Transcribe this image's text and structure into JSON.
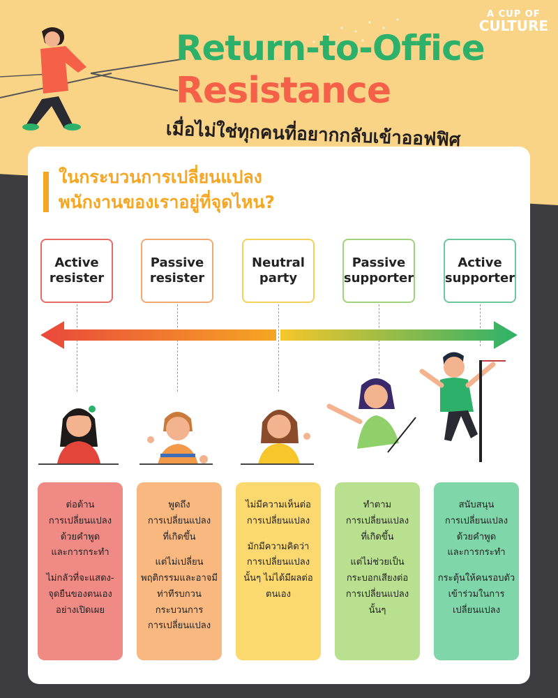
{
  "brand": {
    "line1": "A CUP OF",
    "line2": "CULTURE"
  },
  "title": {
    "line1": "Return-to-Office",
    "line2": "Resistance",
    "subtitle": "เมื่อไม่ใช่ทุกคนที่อยากกลับเข้าออฟฟิศ"
  },
  "question": {
    "line1": "ในกระบวนการเปลี่ยนแปลง",
    "line2": "พนักงานของเราอยู่ที่จุดไหน?"
  },
  "colors": {
    "green": "#2db16a",
    "coral": "#f46048",
    "amber": "#f5a623",
    "background": "#f9d487",
    "dark": "#3d3d3f"
  },
  "stages": [
    {
      "label": "Active\nresister",
      "border": "#e46a66",
      "box": "#f08a85",
      "desc1": "ต่อต้าน\nการเปลี่ยนแปลง\nด้วยคำพูด\nและการกระทำ",
      "desc2": "ไม่กลัวที่จะแสดง-\nจุดยืนของตนเอง\nอย่างเปิดเผย"
    },
    {
      "label": "Passive\nresister",
      "border": "#f5a86e",
      "box": "#f8b880",
      "desc1": "พูดถึง\nการเปลี่ยนแปลง\nที่เกิดขึ้น",
      "desc2": "แต่ไม่เปลี่ยน\nพฤติกรรมและอาจมี\nท่าทีรบกวน\nกระบวนการ\nการเปลี่ยนแปลง"
    },
    {
      "label": "Neutral\nparty",
      "border": "#f3cf5c",
      "box": "#fcd96f",
      "desc1": "ไม่มีความเห็นต่อ\nการเปลี่ยนแปลง",
      "desc2": "มักมีความคิดว่า\nการเปลี่ยนแปลง\nนั้นๆ ไม่ได้มีผลต่อ\nตนเอง"
    },
    {
      "label": "Passive\nsupporter",
      "border": "#9fd37a",
      "box": "#b9e08e",
      "desc1": "ทำตาม\nการเปลี่ยนแปลง\nที่เกิดขึ้น",
      "desc2": "แต่ไม่ช่วยเป็น\nกระบอกเสียงต่อ\nการเปลี่ยนแปลง\nนั้นๆ"
    },
    {
      "label": "Active\nsupporter",
      "border": "#6cc79c",
      "box": "#7fd6a8",
      "desc1": "สนับสนุน\nการเปลี่ยนแปลง\nด้วยคำพูด\nและการกระทำ",
      "desc2": "กระตุ้นให้คนรอบตัว\nเข้าร่วมในการ\nเปลี่ยนแปลง"
    }
  ]
}
